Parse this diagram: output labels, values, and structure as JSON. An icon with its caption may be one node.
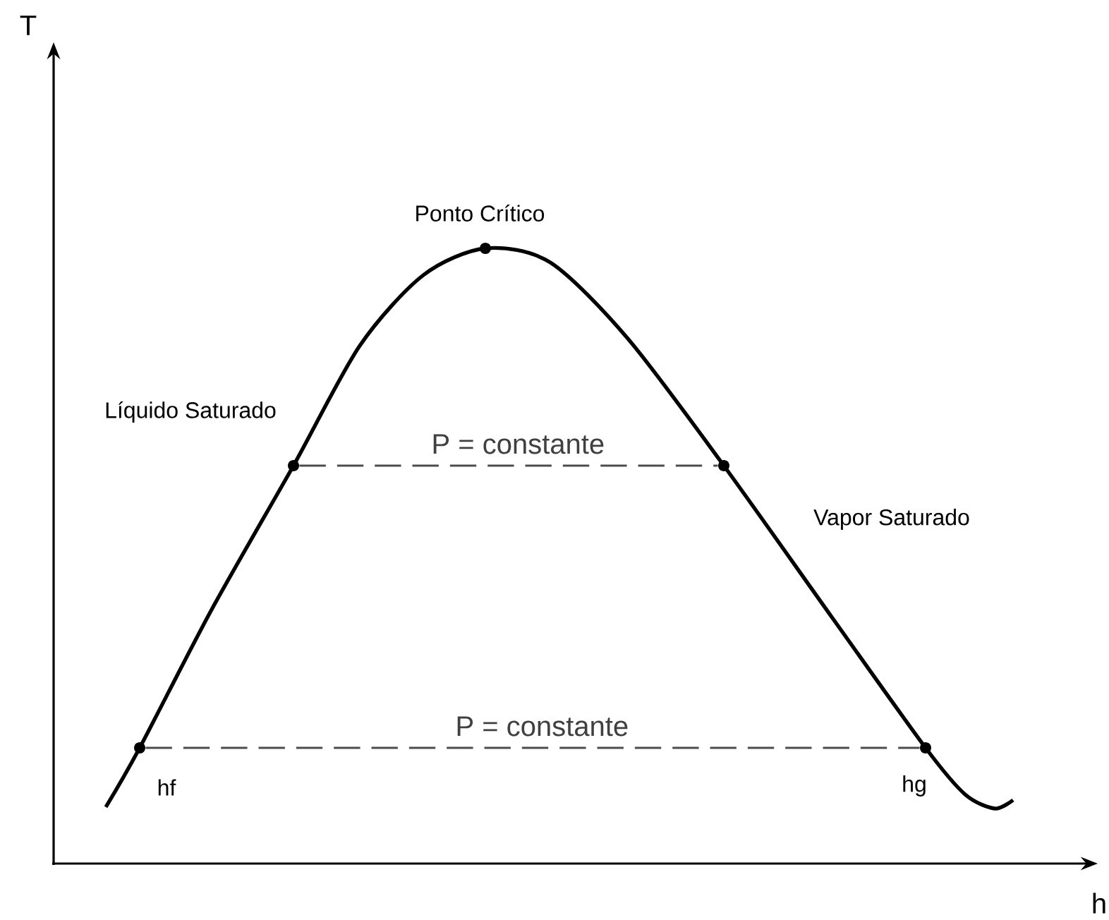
{
  "diagram": {
    "nodes": [
      {
        "text": [],
        "shape": "circle",
        "beside": [
          "Ponto Crítico"
        ]
      },
      {
        "text": [],
        "shape": "circle"
      },
      {
        "text": [],
        "shape": "circle"
      },
      {
        "text": [],
        "shape": "circle",
        "beside": [
          "hf"
        ]
      },
      {
        "text": [],
        "shape": "circle",
        "beside": [
          "hg"
        ]
      }
    ],
    "edges": [
      {
        "from": 1,
        "to": 2,
        "arrow": "none",
        "style": "dashed",
        "label": "P = constante"
      },
      {
        "from": 3,
        "to": 4,
        "arrow": "none",
        "style": "dashed",
        "label": "P = constante"
      }
    ],
    "labels": [
      "T",
      "Líquido Saturado",
      "Vapor Saturado",
      "h"
    ]
  }
}
